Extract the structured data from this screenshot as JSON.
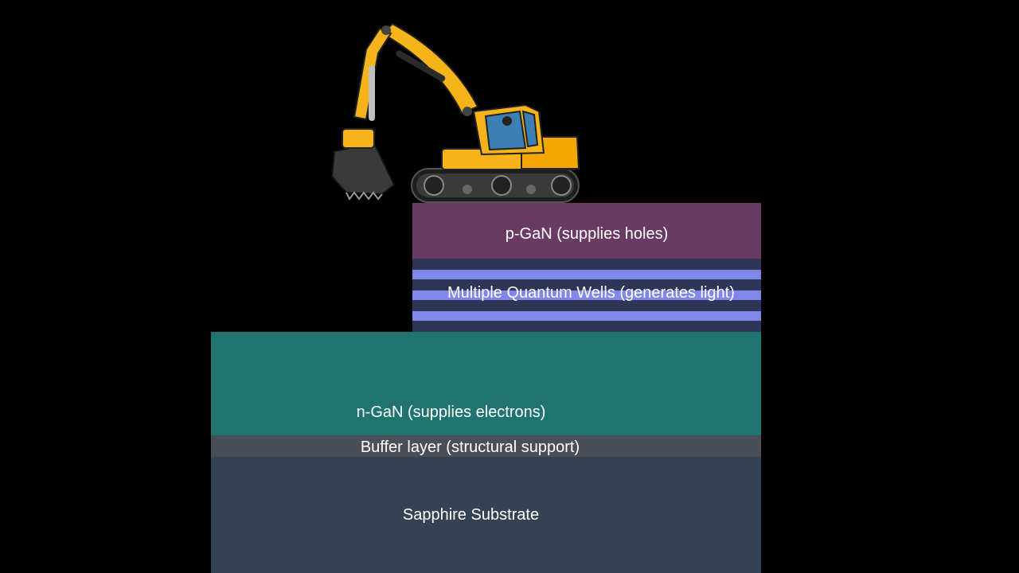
{
  "layers": {
    "p_gan": {
      "label": "p-GaN (supplies holes)",
      "color": "#6a3b62"
    },
    "mqw": {
      "label": "Multiple Quantum Wells  (generates light)",
      "barrier_color": "#2f3556",
      "well_color": "#7f88e8"
    },
    "n_gan": {
      "label": "n-GaN (supplies electrons)",
      "color": "#1f7470"
    },
    "buffer": {
      "label": "Buffer layer (structural support)",
      "color": "#4a4f57"
    },
    "substrate": {
      "label": "Sapphire Substrate",
      "color": "#344253"
    }
  },
  "illustration": {
    "name": "excavator",
    "body_color": "#f4b41a",
    "track_color": "#2a2a2a"
  }
}
